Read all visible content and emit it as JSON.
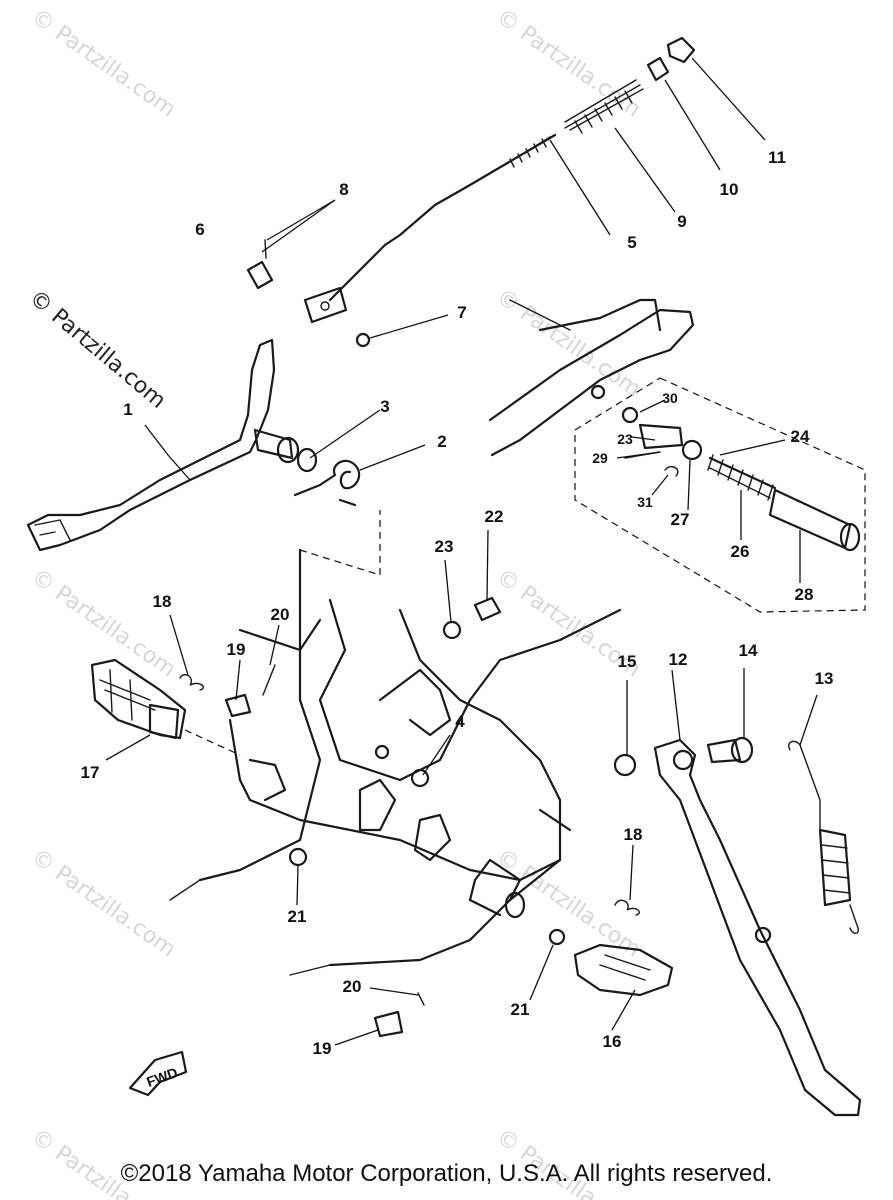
{
  "watermark": "© Partzilla.com",
  "fwd_label": "FWD",
  "copyright": "©2018 Yamaha Motor Corporation, U.S.A. All rights reserved.",
  "callouts": [
    "1",
    "2",
    "3",
    "4",
    "5",
    "6",
    "7",
    "8",
    "9",
    "10",
    "11",
    "12",
    "13",
    "14",
    "15",
    "16",
    "17",
    "18",
    "19",
    "20",
    "21",
    "22",
    "23",
    "24",
    "26",
    "27",
    "28",
    "29",
    "30",
    "31"
  ],
  "second_callouts": [
    "18",
    "19",
    "20",
    "21"
  ]
}
